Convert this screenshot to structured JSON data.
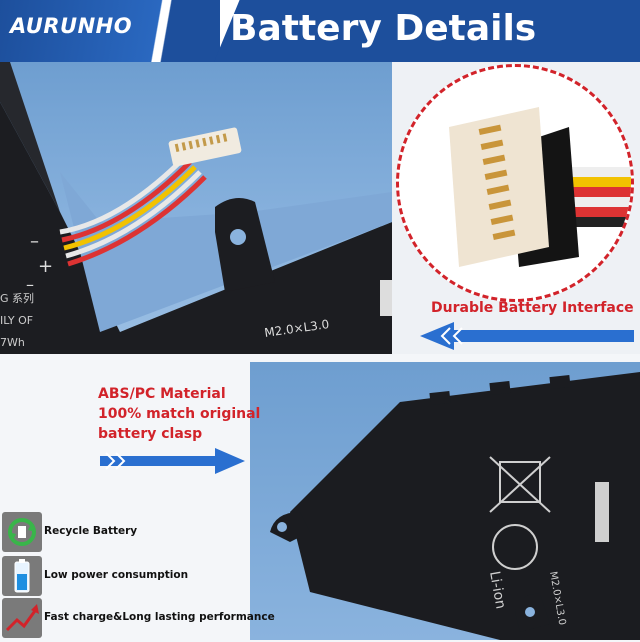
{
  "header": {
    "brand": "AURUNHO",
    "title": "Battery Details"
  },
  "callouts": {
    "interface": "Durable Battery Interface",
    "material_lines": [
      "ABS/PC Material",
      "100% match original",
      "battery clasp"
    ]
  },
  "features": [
    {
      "label": "Recycle Battery",
      "icon": "recycle-icon"
    },
    {
      "label": "Low power consumption",
      "icon": "battery-icon"
    },
    {
      "label": "Fast charge&Long lasting performance",
      "icon": "trend-up-icon"
    }
  ],
  "battery_markings": {
    "top": {
      "minus": "–",
      "plus": "+",
      "minus2": "–",
      "text1": "G 系列",
      "text2": "ILY OF",
      "text3": "7Wh",
      "screw": "M2.0×L3.0"
    },
    "bottom": {
      "chem": "Li-ion",
      "screw": "M2.0×L3.0"
    }
  },
  "colors": {
    "brand_blue": "#1d4f9c",
    "accent_red": "#d2232a",
    "arrow_blue": "#2a6fd0"
  }
}
